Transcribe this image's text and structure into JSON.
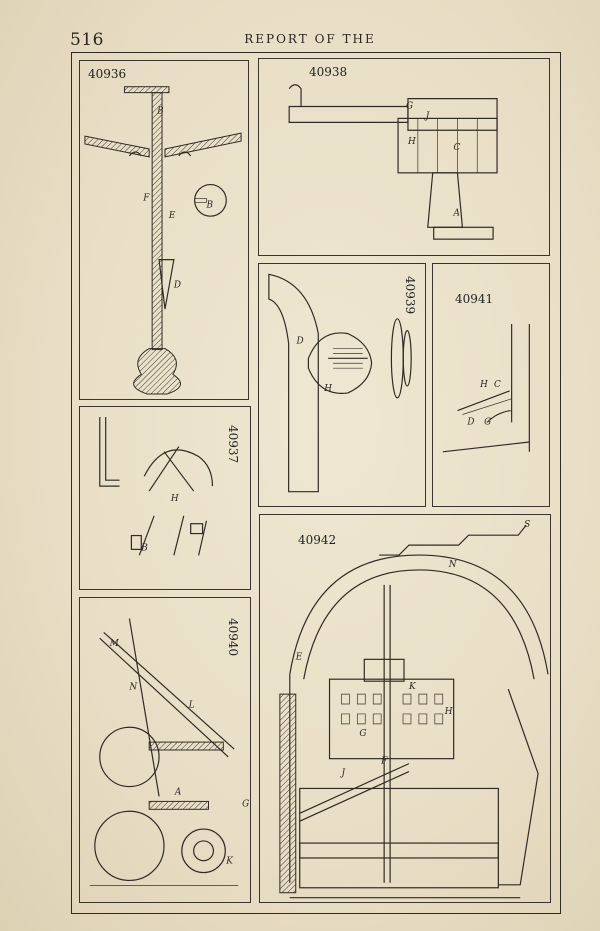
{
  "header": {
    "page_number": "516",
    "running_head": "REPORT OF THE"
  },
  "figures": {
    "fig_40936": {
      "number": "40936",
      "letters": [
        "B",
        "F",
        "E",
        "B",
        "D"
      ]
    },
    "fig_40938": {
      "number": "40938",
      "letters": [
        "G",
        "J",
        "H",
        "C",
        "A"
      ]
    },
    "fig_40939": {
      "number": "40939",
      "letters": [
        "D",
        "H"
      ]
    },
    "fig_40941": {
      "number": "40941",
      "letters": [
        "C",
        "H",
        "D",
        "G"
      ]
    },
    "fig_40937": {
      "number": "40937",
      "letters": [
        "H",
        "B"
      ]
    },
    "fig_40940": {
      "number": "40940",
      "letters": [
        "M",
        "N",
        "L",
        "A",
        "G",
        "K"
      ]
    },
    "fig_40942": {
      "number": "40942",
      "letters": [
        "S",
        "N",
        "E",
        "K",
        "H",
        "G",
        "J",
        "F"
      ]
    }
  }
}
